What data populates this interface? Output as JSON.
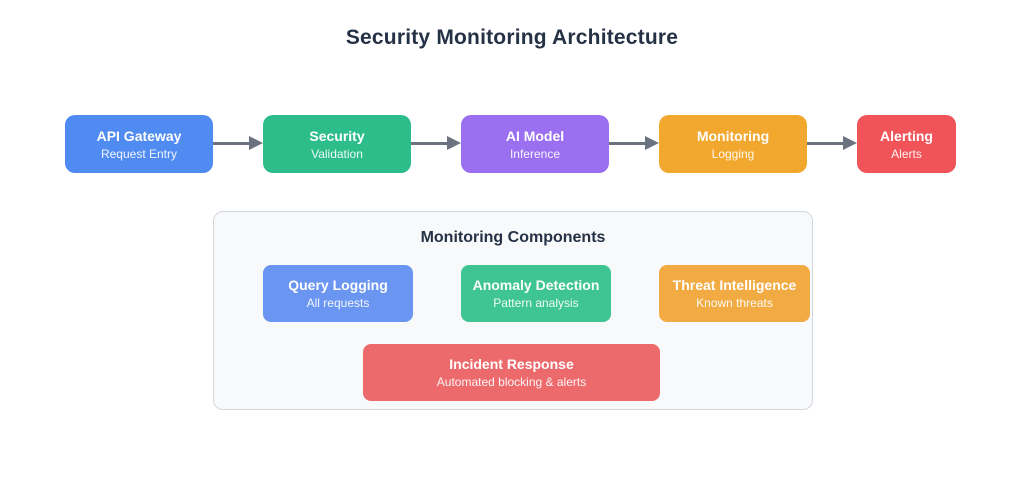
{
  "title": "Security Monitoring Architecture",
  "flow": {
    "arrow_color": "#6b7280",
    "nodes": [
      {
        "label": "API Gateway",
        "sublabel": "Request Entry",
        "color": "#4f8bf0"
      },
      {
        "label": "Security",
        "sublabel": "Validation",
        "color": "#2dbd8b"
      },
      {
        "label": "AI Model",
        "sublabel": "Inference",
        "color": "#9b70f0"
      },
      {
        "label": "Monitoring",
        "sublabel": "Logging",
        "color": "#f2a72e"
      },
      {
        "label": "Alerting",
        "sublabel": "Alerts",
        "color": "#f05458"
      }
    ]
  },
  "panel": {
    "title": "Monitoring Components",
    "components": [
      {
        "label": "Query Logging",
        "sublabel": "All requests",
        "color": "#6a96f1"
      },
      {
        "label": "Anomaly Detection",
        "sublabel": "Pattern analysis",
        "color": "#3ec593"
      },
      {
        "label": "Threat Intelligence",
        "sublabel": "Known threats",
        "color": "#f2ab43"
      },
      {
        "label": "Incident Response",
        "sublabel": "Automated blocking & alerts",
        "color": "#ed6a6c"
      }
    ]
  },
  "colors": {
    "title_text": "#253246",
    "panel_bg": "#f8f9fa",
    "panel_border": "#d3d8de",
    "background": "#ffffff"
  }
}
